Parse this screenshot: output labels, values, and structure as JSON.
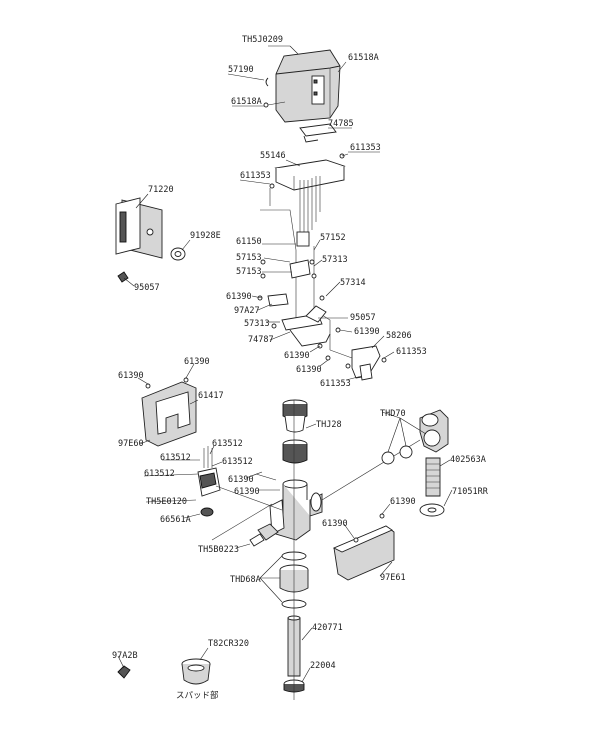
{
  "diagram": {
    "labels": {
      "TH5J0209": "TH5J0209",
      "l61518A_top": "61518A",
      "l57190": "57190",
      "l61518A_left": "61518A",
      "l74785": "74785",
      "l55146": "55146",
      "l611353_a": "611353",
      "l611353_b": "611353",
      "l71220": "71220",
      "l91928E": "91928E",
      "l95057_a": "95057",
      "l61150": "61150",
      "l57153_a": "57153",
      "l57153_b": "57153",
      "l57152": "57152",
      "l57313_a": "57313",
      "l57314": "57314",
      "l61390_a": "61390",
      "l97A27": "97A27",
      "l57313_b": "57313",
      "l74787": "74787",
      "l95057_b": "95057",
      "l61390_b": "61390",
      "l58206": "58206",
      "l611353_c": "611353",
      "l61390_c": "61390",
      "l61390_d": "61390",
      "l611353_d": "611353",
      "l61390_e": "61390",
      "l61390_f": "61390",
      "l61417": "61417",
      "l97E60": "97E60",
      "lTHJ28": "THJ28",
      "lTHD70": "THD70",
      "l402563A": "402563A",
      "l613512_a": "613512",
      "l613512_b": "613512",
      "l613512_c": "613512",
      "l613512_d": "613512",
      "l71051RR": "71051RR",
      "l61390_g": "61390",
      "l61390_h": "61390",
      "l61390_i": "61390",
      "lTH5E0120": "TH5E0120",
      "l66561A": "66561A",
      "l61390_j": "61390",
      "lTH5B0223": "TH5B0223",
      "lTHD68A": "THD68A",
      "l97E61": "97E61",
      "l420771": "420771",
      "l97A2B": "97A2B",
      "lT82CR320": "T82CR320",
      "l22004": "22004",
      "spud": "スパッド部"
    },
    "icons": {
      "cover": "sensor-cover-icon",
      "bracket": "bracket-icon",
      "screw": "screw-icon",
      "valve": "flush-valve-icon",
      "pipe": "pipe-icon"
    }
  }
}
